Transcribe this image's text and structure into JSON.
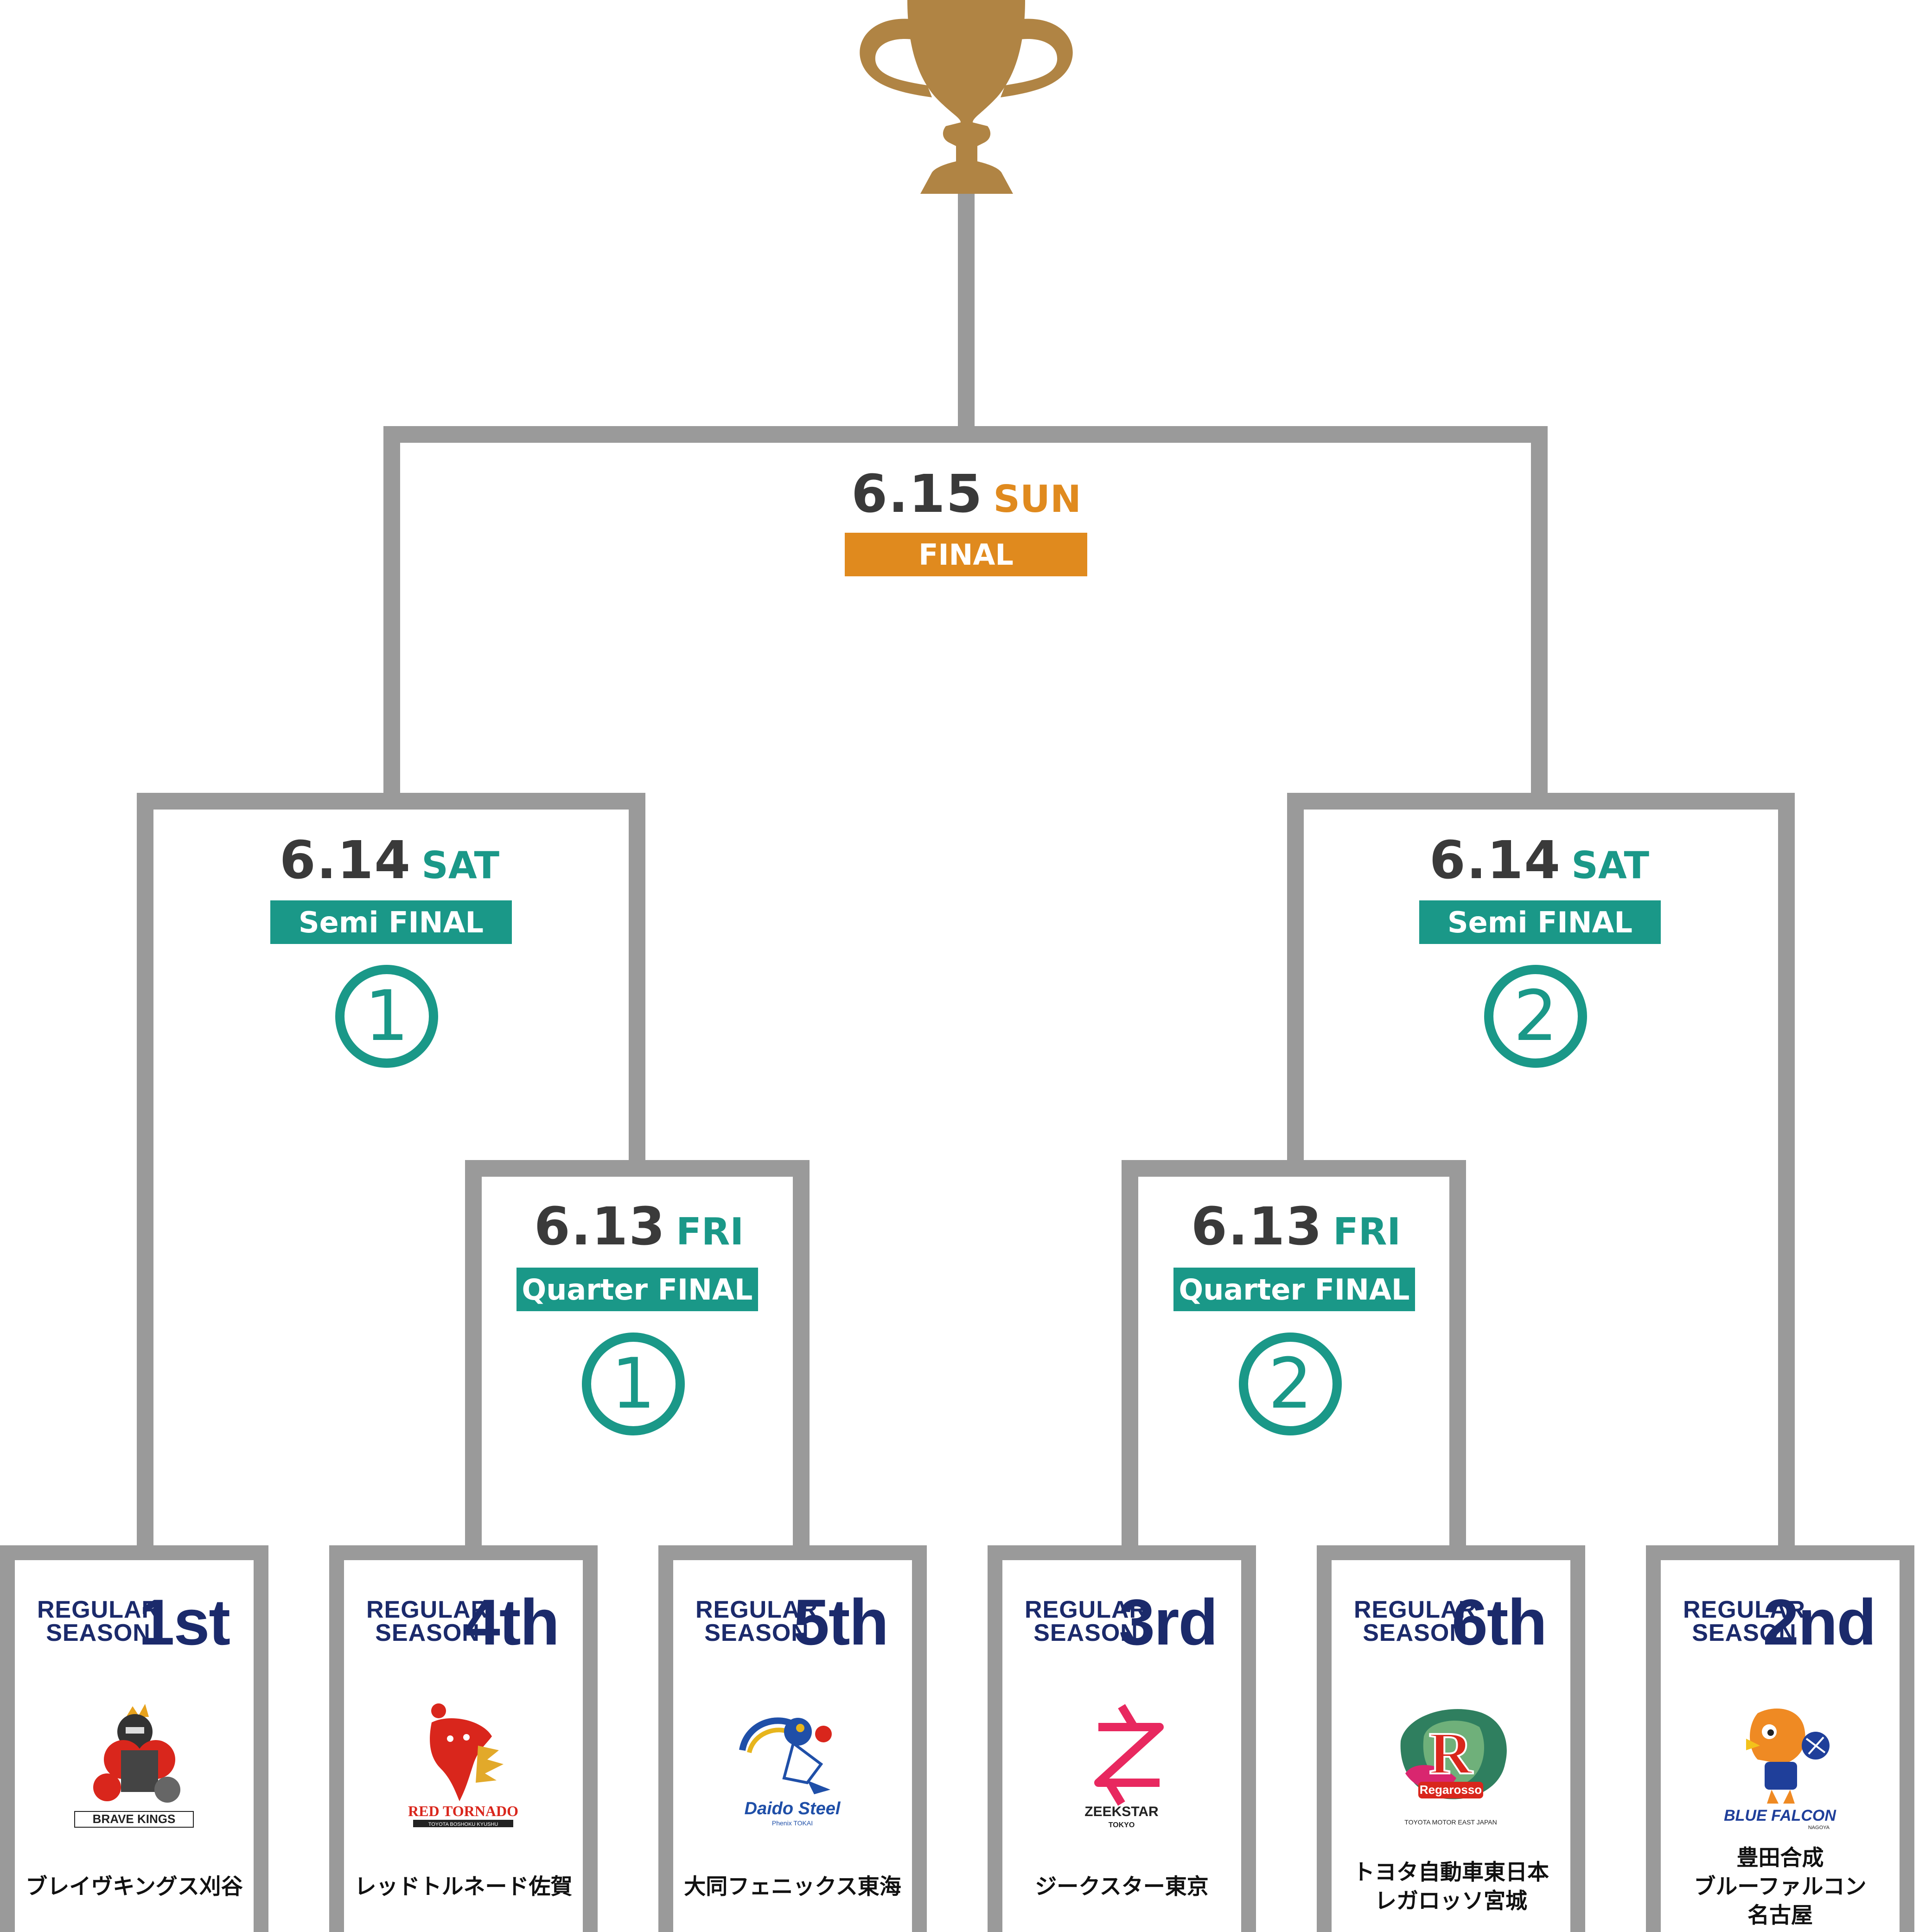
{
  "final": {
    "date": "6.15",
    "weekday": "SUN",
    "label": "FINAL"
  },
  "semi_1": {
    "date": "6.14",
    "weekday": "SAT",
    "label": "Semi FINAL",
    "number": "1"
  },
  "semi_2": {
    "date": "6.14",
    "weekday": "SAT",
    "label": "Semi FINAL",
    "number": "2"
  },
  "quarter_1": {
    "date": "6.13",
    "weekday": "FRI",
    "label": "Quarter FINAL",
    "number": "1"
  },
  "quarter_2": {
    "date": "6.13",
    "weekday": "FRI",
    "label": "Quarter FINAL",
    "number": "2"
  },
  "regular_season_label": {
    "line1": "REGULAR",
    "line2": "SEASON"
  },
  "teams": [
    {
      "rank": "1st",
      "logo_text": "BRAVE KINGS",
      "name": "ブレイヴキングス刈谷"
    },
    {
      "rank": "4th",
      "logo_text": "RED TORNADO",
      "logo_sub": "TOYOTA BOSHOKU KYUSHU",
      "name": "レッドトルネード佐賀"
    },
    {
      "rank": "5th",
      "logo_text": "Daido Steel",
      "logo_sub": "Phenix TOKAI",
      "name": "大同フェニックス東海"
    },
    {
      "rank": "3rd",
      "logo_text": "ZEEKSTAR",
      "logo_sub": "TOKYO",
      "name": "ジークスター東京"
    },
    {
      "rank": "6th",
      "logo_text": "Regarosso",
      "logo_sub": "TOYOTA MOTOR EAST JAPAN",
      "name": "トヨタ自動車東日本\nレガロッソ宮城"
    },
    {
      "rank": "2nd",
      "logo_text": "BLUE FALCON",
      "logo_sub": "NAGOYA",
      "name": "豊田合成\nブルーファルコン\n名古屋"
    }
  ],
  "colors": {
    "bracket_line": "#9a9a9a",
    "trophy": "#b08444",
    "final_accent": "#e08a1e",
    "teal_accent": "#1a9888",
    "navy_text": "#1b2a6b"
  }
}
